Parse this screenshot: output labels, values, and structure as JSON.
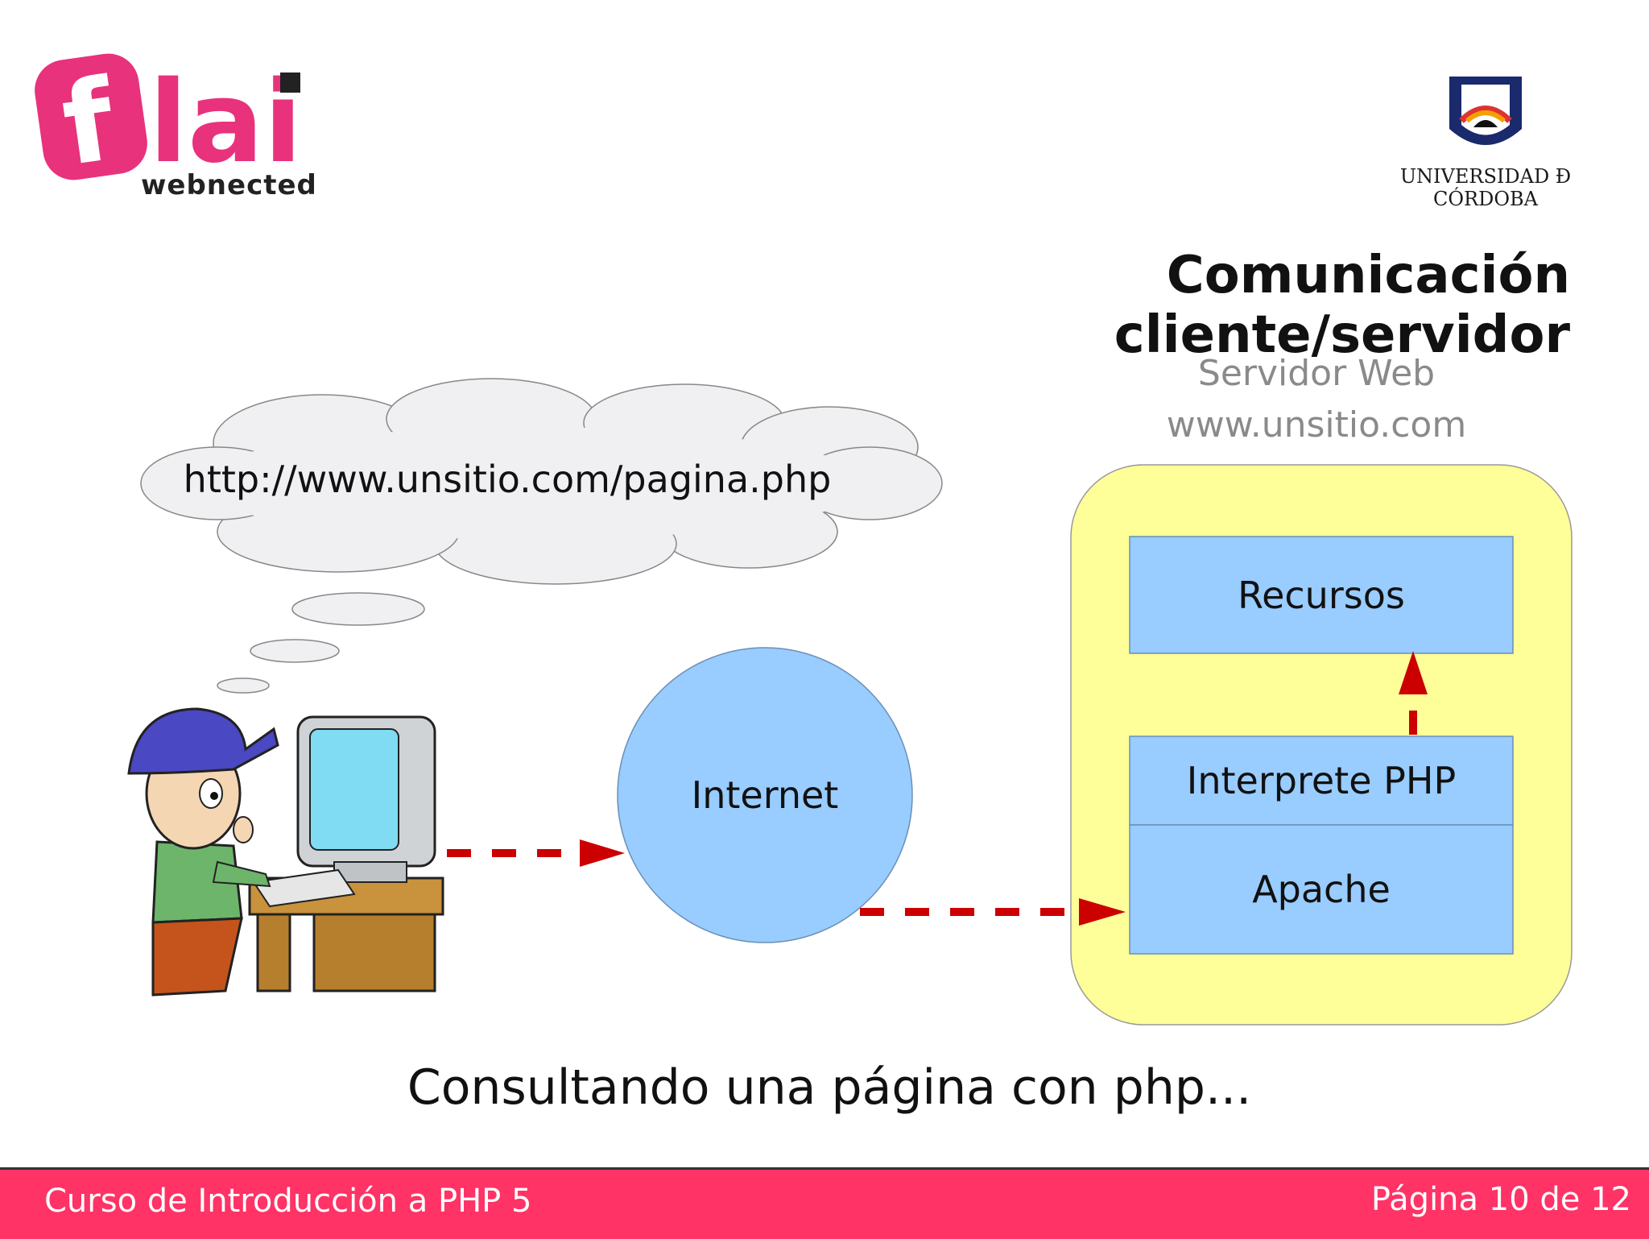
{
  "header": {
    "logo_left_text": "flai",
    "logo_left_sub": "webnected",
    "logo_right_text": "UNIVERSIDAD Ð CÓRDOBA"
  },
  "slide": {
    "title": "Comunicación cliente/servidor",
    "server_label_line1": "Servidor Web",
    "server_label_line2": "www.unsitio.com",
    "thought_url": "http://www.unsitio.com/pagina.php",
    "internet_label": "Internet",
    "box_recursos": "Recursos",
    "box_interprete": "Interprete PHP",
    "box_apache": "Apache",
    "caption": "Consultando una página con php..."
  },
  "footer": {
    "course": "Curso de Introducción a PHP 5",
    "page": "Página 10 de 12"
  },
  "colors": {
    "accent": "#ff3366",
    "server_bg": "#ffff99",
    "box_blue": "#99ccff",
    "arrow_red": "#cc0000",
    "cloud": "#f0f0f2"
  }
}
